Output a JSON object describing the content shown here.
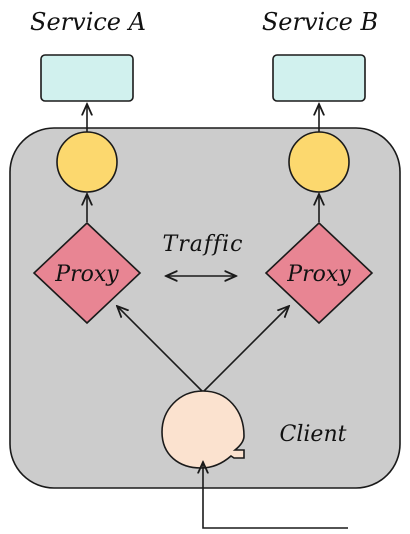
{
  "labels": {
    "service_a": "Service A",
    "service_b": "Service B",
    "proxy_left": "Proxy",
    "proxy_right": "Proxy",
    "traffic": "Traffic",
    "client": "Client"
  },
  "colors": {
    "container_fill": "#cccccc",
    "service_fill": "#d1f1ee",
    "sidecar_fill": "#fcd86e",
    "proxy_fill": "#e88593",
    "client_fill": "#fbe2cf",
    "stroke": "#1a1a1a"
  }
}
